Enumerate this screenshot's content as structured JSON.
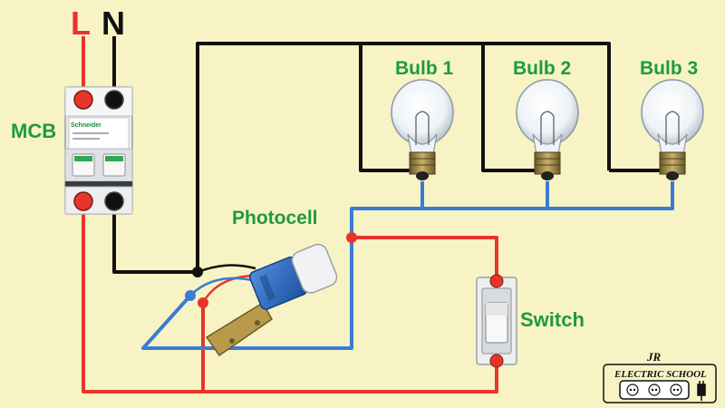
{
  "labels": {
    "line": "L",
    "neutral": "N",
    "mcb": "MCB",
    "photocell": "Photocell",
    "switch": "Switch",
    "bulb1": "Bulb 1",
    "bulb2": "Bulb 2",
    "bulb3": "Bulb 3"
  },
  "mcb_device": {
    "brand": "Schneider"
  },
  "logo": {
    "monogram": "JR",
    "text": "ELECTRIC SCHOOL"
  },
  "colors": {
    "background": "#f7f3c4",
    "live_wire": "#e8352a",
    "neutral_wire": "#111111",
    "switched_wire": "#3a7bd5",
    "label_green": "#1f9a3c"
  }
}
